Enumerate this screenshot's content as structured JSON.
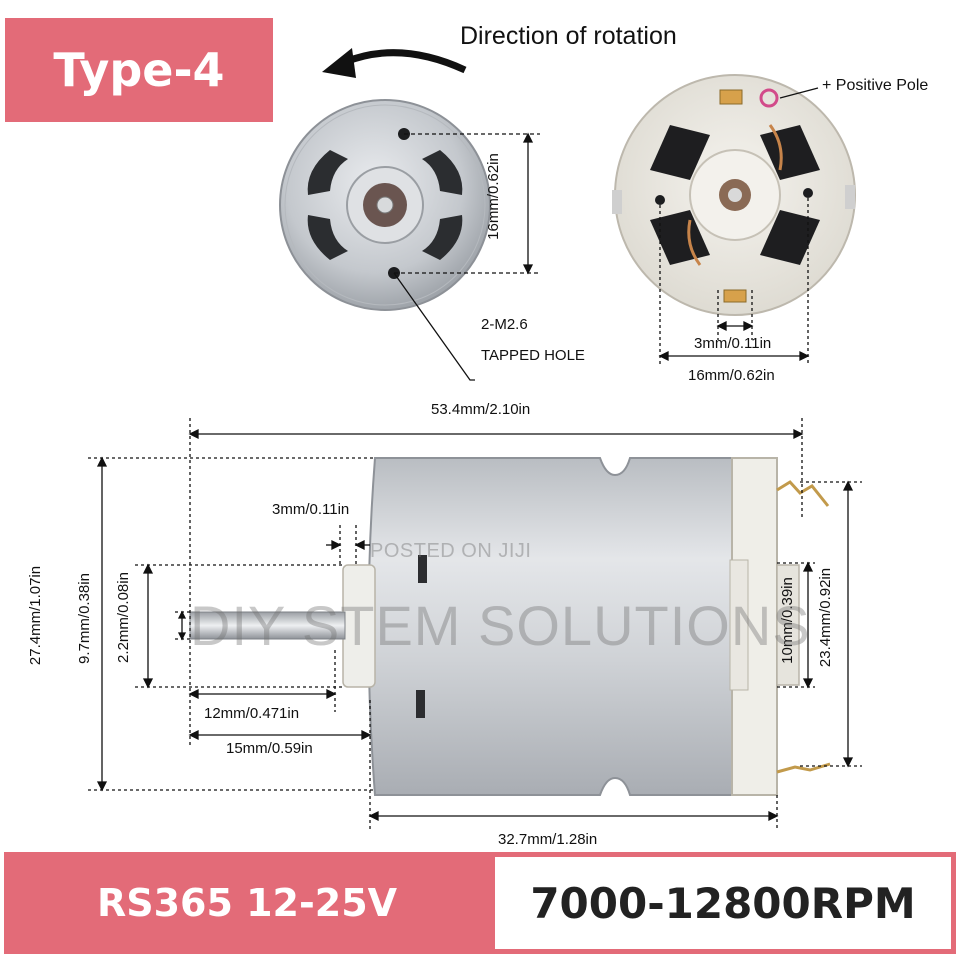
{
  "badge": {
    "type_label": "Type-4"
  },
  "top_views": {
    "rotation_label": "Direction of rotation",
    "positive_pole_label": "+ Positive Pole",
    "front_height": "16mm/0.62in",
    "tapped_hole_line1": "2-M2.6",
    "tapped_hole_line2": "TAPPED HOLE",
    "rear_brush_gap": "3mm/0.11in",
    "rear_width": "16mm/0.62in"
  },
  "side_view": {
    "overall_length": "53.4mm/2.10in",
    "overall_height": "27.4mm/1.07in",
    "shaft_flat": "3mm/0.11in",
    "boss_diameter": "9.7mm/0.38in",
    "shaft_diameter": "2.2mm/0.08in",
    "shaft_length_inner": "12mm/0.471in",
    "shaft_length_total": "15mm/0.59in",
    "body_length": "32.7mm/1.28in",
    "rear_boss": "10mm/0.39in",
    "rear_height": "23.4mm/0.92in"
  },
  "watermark": {
    "main": "DIY STEM SOLUTIONS",
    "posted": "POSTED ON JIJI"
  },
  "footer": {
    "model_voltage": "RS365 12-25V",
    "rpm": "7000-12800RPM"
  },
  "colors": {
    "accent": "#e36b78",
    "metal": "#c9cdd2",
    "plastic": "#eeece6"
  }
}
